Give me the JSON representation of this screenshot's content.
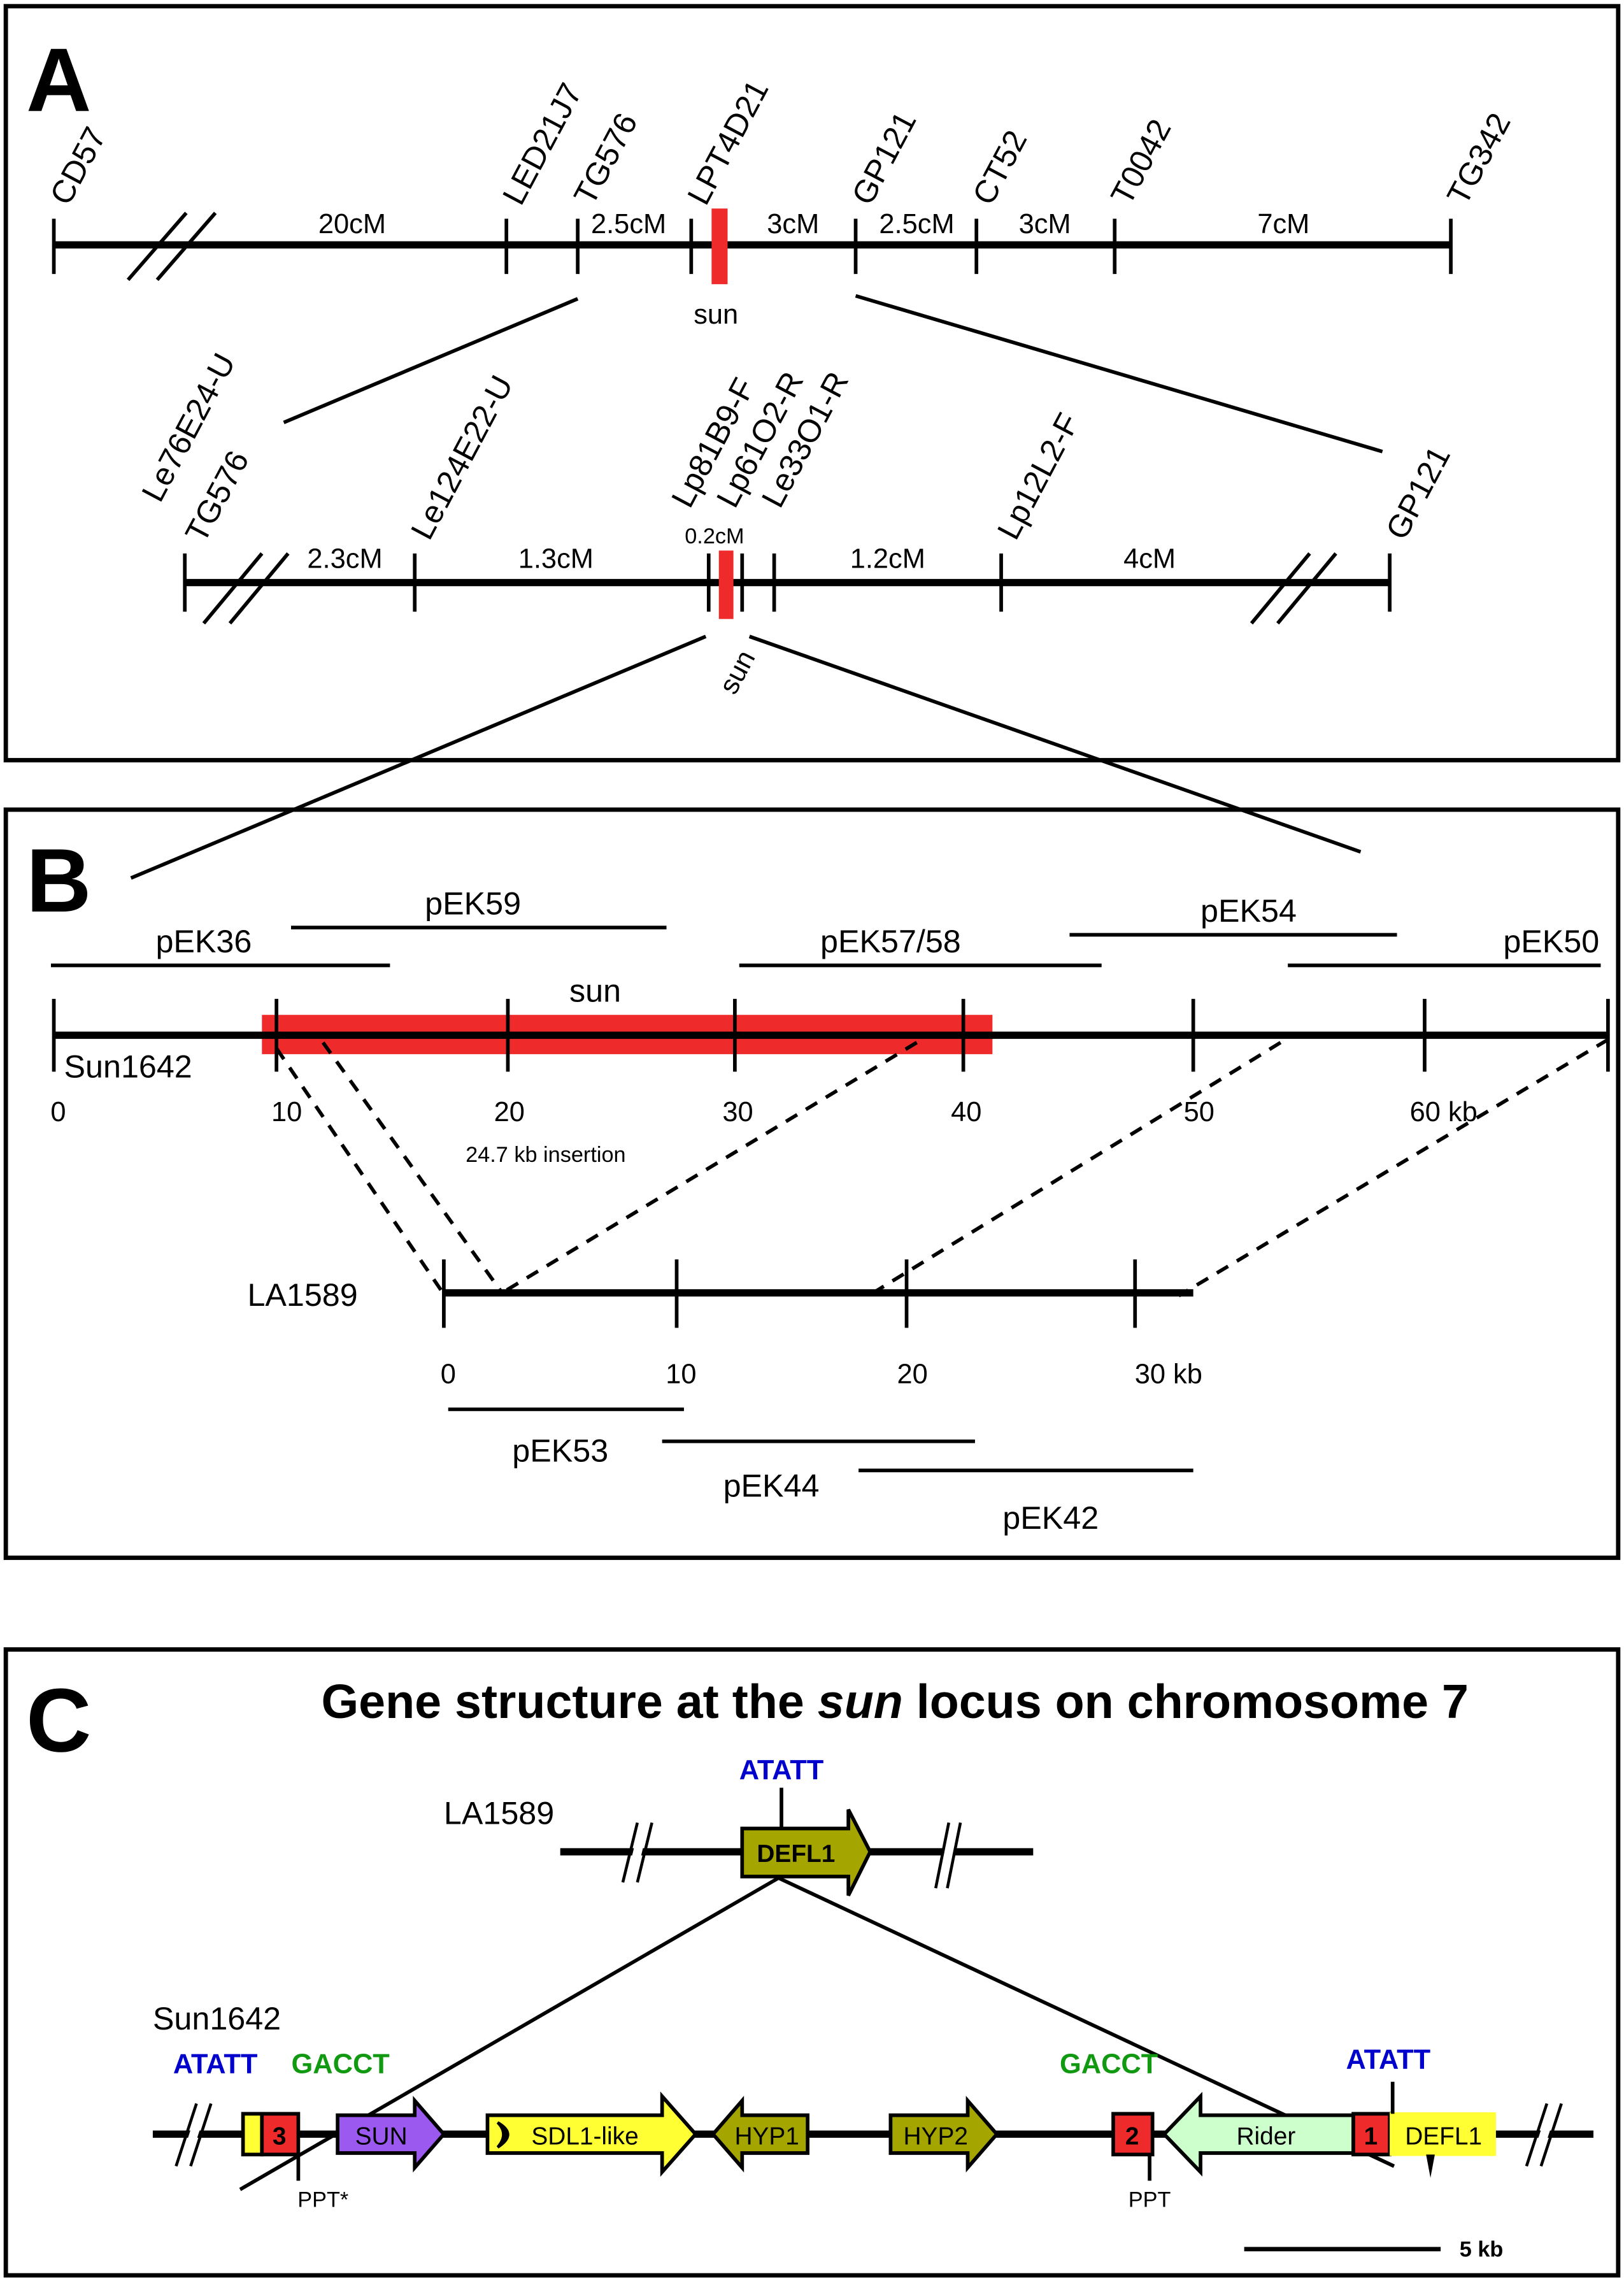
{
  "panel_a": {
    "label": "A",
    "map1": {
      "markers": [
        "CD57",
        "LED21J7",
        "TG576",
        "LPT4D21",
        "GP121",
        "CT52",
        "T0042",
        "TG342"
      ],
      "distances": [
        "20cM",
        "2.5cM",
        "3cM",
        "2.5cM",
        "3cM",
        "7cM"
      ],
      "locus": "sun"
    },
    "map2": {
      "markers": [
        "Le76E24-U",
        "TG576",
        "Le124E22-U",
        "Lp81B9-F",
        "Lp61O2-R",
        "Le33O1-R",
        "Lp12L2-F",
        "GP121"
      ],
      "distances": [
        "2.3cM",
        "1.3cM",
        "0.2cM",
        "1.2cM",
        "4cM"
      ],
      "locus": "sun"
    }
  },
  "panel_b": {
    "label": "B",
    "sun1642": {
      "name": "Sun1642",
      "locus": "sun",
      "ticks": [
        "0",
        "10",
        "20",
        "30",
        "40",
        "50",
        "60 kb"
      ],
      "insertion": "24.7 kb insertion",
      "clones": [
        "pEK36",
        "pEK59",
        "pEK57/58",
        "pEK54",
        "pEK50"
      ]
    },
    "la1589": {
      "name": "LA1589",
      "ticks": [
        "0",
        "10",
        "20",
        "30 kb"
      ],
      "clones": [
        "pEK53",
        "pEK44",
        "pEK42"
      ]
    }
  },
  "panel_c": {
    "label": "C",
    "title_pre": "Gene structure at the ",
    "title_em": "sun",
    "title_post": " locus on chromosome 7",
    "la1589": {
      "name": "LA1589",
      "site": "ATATT",
      "gene": "DEFL1"
    },
    "sun1642": {
      "name": "Sun1642",
      "sites": [
        "ATATT",
        "GACCT",
        "GACCT",
        "ATATT"
      ],
      "genes": [
        "3",
        "SUN",
        "SDL1-like",
        "HYP1",
        "HYP2",
        "2",
        "Rider",
        "1",
        "DEFL1"
      ],
      "ppt": [
        "PPT*",
        "PPT"
      ]
    },
    "scale": "5 kb"
  },
  "colors": {
    "locus_red": "#ee2a2a",
    "sun_purple": "#9b59f0",
    "yellow": "#ffff33",
    "olive": "#a5a500",
    "rider_green": "#ccffcc",
    "atatt_blue": "#0000cc",
    "gacct_green": "#119911"
  }
}
